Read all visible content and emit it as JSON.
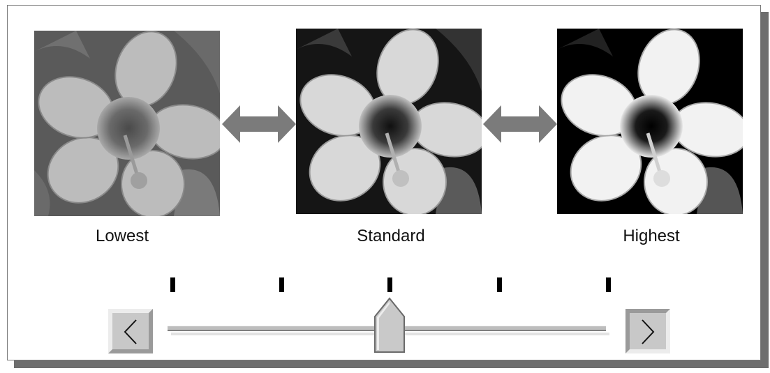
{
  "images": [
    {
      "caption": "Lowest",
      "icon": "flower-photo-lowest-contrast"
    },
    {
      "caption": "Standard",
      "icon": "flower-photo-standard-contrast"
    },
    {
      "caption": "Highest",
      "icon": "flower-photo-highest-contrast"
    }
  ],
  "slider": {
    "steps": 5,
    "selected_step": 3,
    "left_button_icon": "chevron-left-icon",
    "right_button_icon": "chevron-right-icon"
  },
  "colors": {
    "arrow": "#7b7b7b",
    "button_face": "#c8c8c8",
    "track": "#bdbdbd"
  }
}
